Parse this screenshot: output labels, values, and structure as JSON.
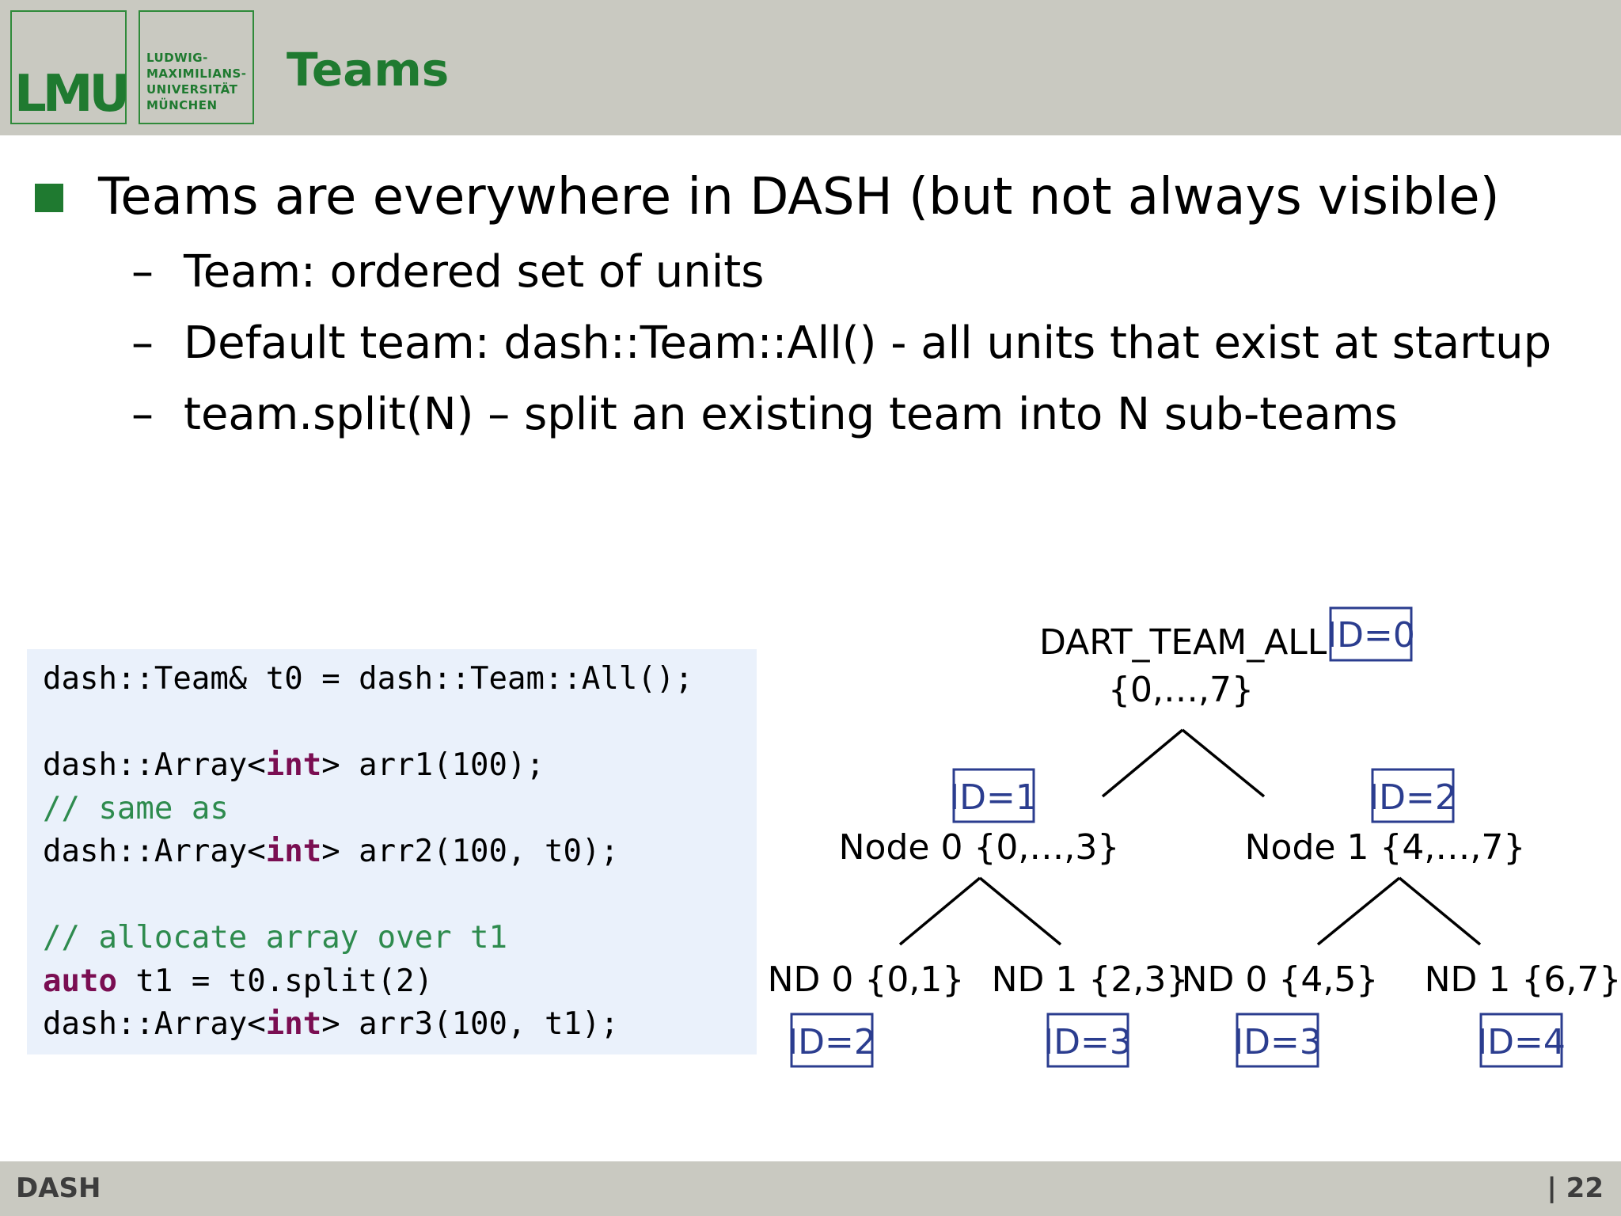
{
  "header": {
    "logo_text": "LMU",
    "university_name": "LUDWIG-\nMAXIMILIANS-\nUNIVERSITÄT\nMÜNCHEN",
    "title": "Teams"
  },
  "bullets": {
    "main": "Teams are everywhere in DASH (but not always visible)",
    "dash": "–",
    "sub": [
      "Team: ordered set of units",
      "Default team: dash::Team::All() - all units that exist at startup",
      "team.split(N) – split an existing team into N sub-teams"
    ]
  },
  "code": {
    "line1": "dash::Team& t0 = dash::Team::All();",
    "line2_pre": "dash::Array<",
    "kw_int": "int",
    "line2_post": "> arr1(100);",
    "line3": "// same as",
    "line4_post": "> arr2(100, t0);",
    "line5": "// allocate array over t1",
    "kw_auto": "auto",
    "line6_post": " t1 = t0.split(2)",
    "line7_post": "> arr3(100, t1);"
  },
  "tree": {
    "root_label": "DART_TEAM_ALL",
    "root_set": "{0,…,7}",
    "root_id": "ID=0",
    "node0_label": "Node 0 {0,…,3}",
    "node0_id": "ID=1",
    "node1_label": "Node 1 {4,…,7}",
    "node1_id": "ID=2",
    "leaves": [
      {
        "label": "ND 0 {0,1}",
        "id": "ID=2"
      },
      {
        "label": "ND 1 {2,3}",
        "id": "ID=3"
      },
      {
        "label": "ND 0 {4,5}",
        "id": "ID=3"
      },
      {
        "label": "ND 1 {6,7}",
        "id": "ID=4"
      }
    ]
  },
  "footer": {
    "left": "DASH",
    "right": "| 22"
  }
}
